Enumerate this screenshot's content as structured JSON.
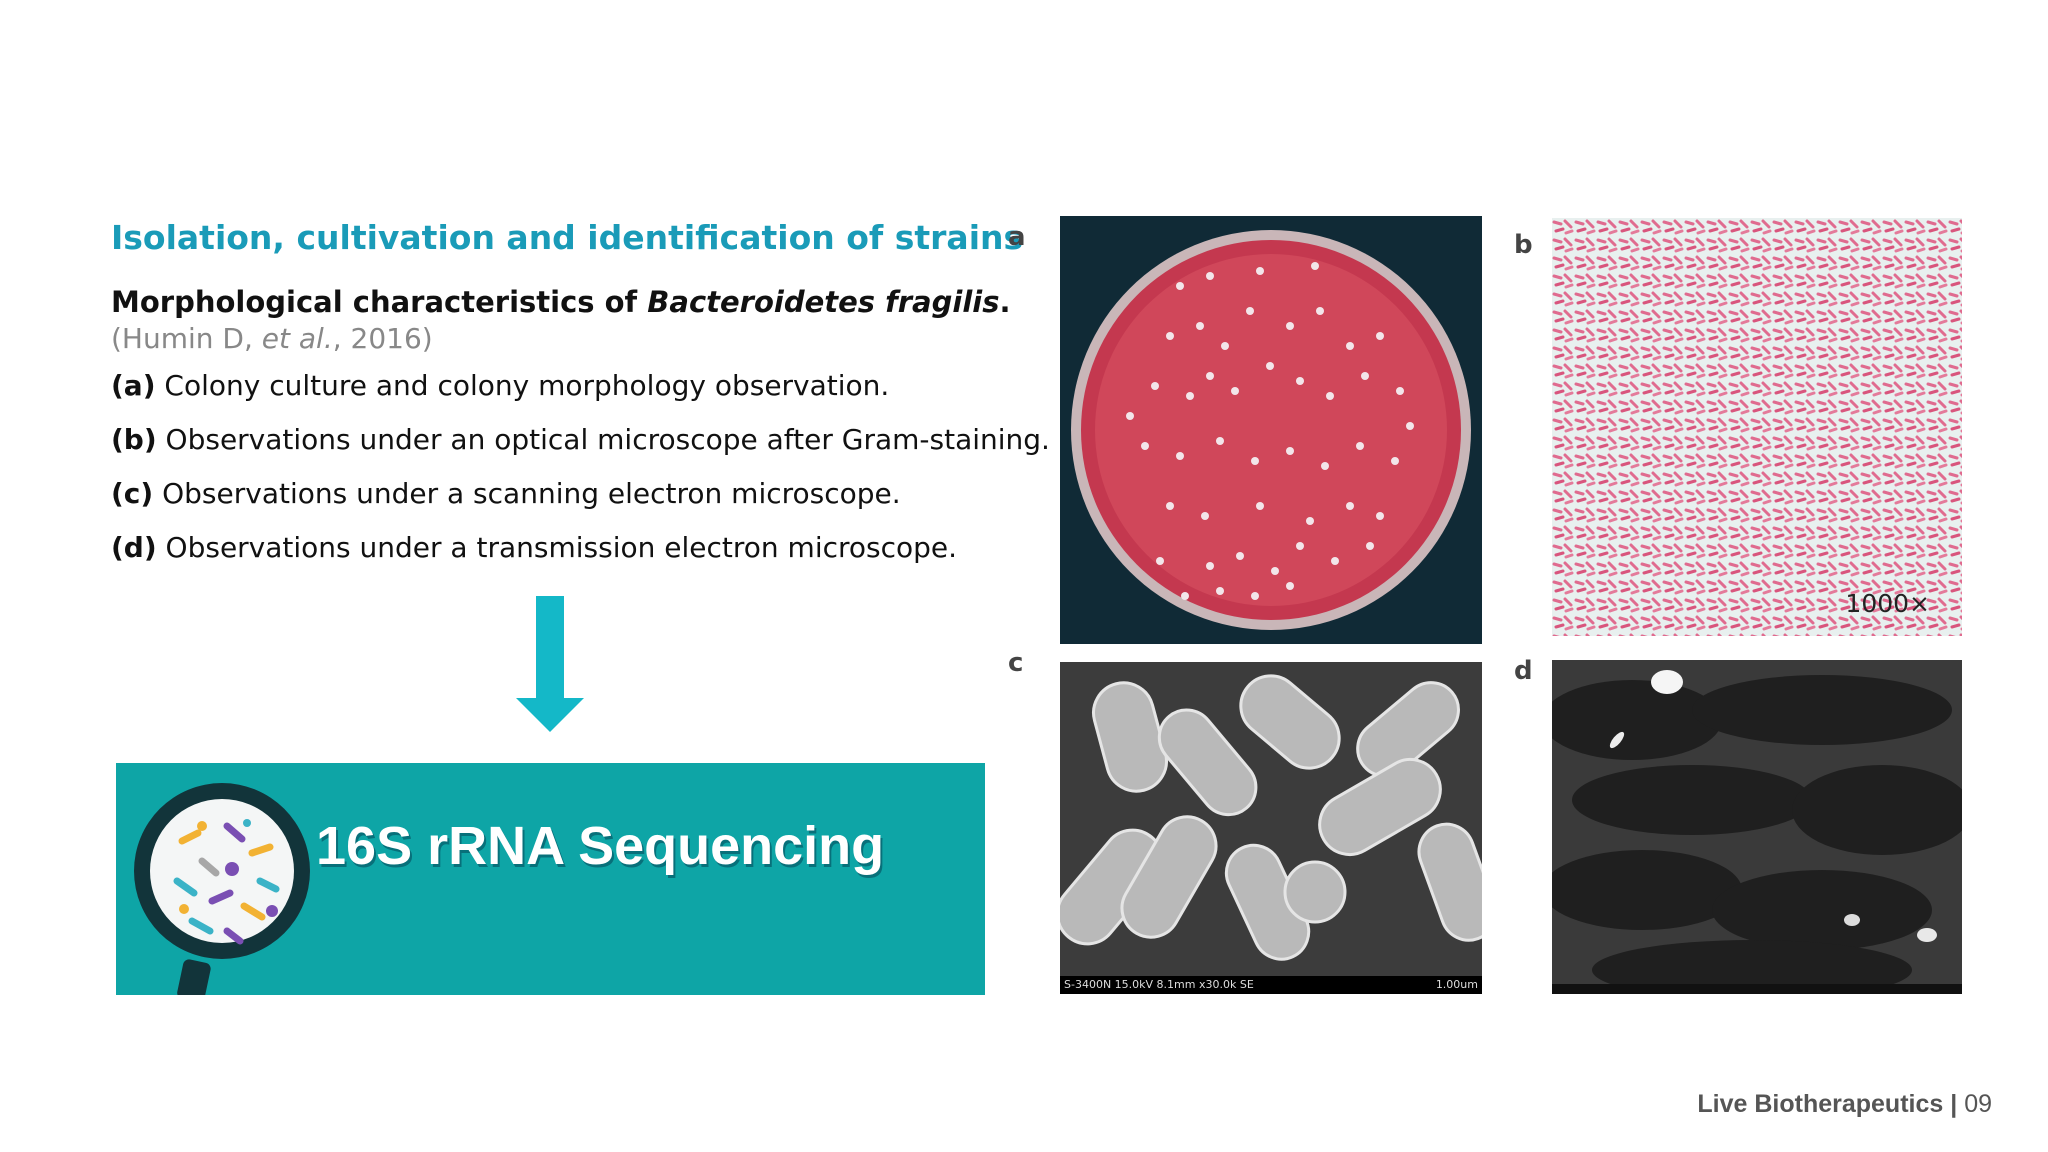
{
  "slide": {
    "section_title": "Isolation, cultivation and identification of strains",
    "subtitle_prefix": "Morphological characteristics of ",
    "subtitle_species": "Bacteroidetes fragilis",
    "subtitle_suffix": ".",
    "citation": {
      "open": "(Humin D, ",
      "etal": "et al.",
      "rest": ", 2016)"
    },
    "items": [
      {
        "label": "(a)",
        "text": " Colony culture and colony morphology observation."
      },
      {
        "label": "(b)",
        "text": " Observations under an optical microscope after Gram-staining."
      },
      {
        "label": "(c)",
        "text": " Observations under a scanning electron microscope."
      },
      {
        "label": "(d)",
        "text": " Observations under a transmission electron microscope."
      }
    ],
    "banner_text": "16S rRNA Sequencing",
    "colors": {
      "accent": "#1a9bb8",
      "banner": "#0ea5a6",
      "arrow": "#14b8c8"
    }
  },
  "panels": {
    "a": {
      "label": "a"
    },
    "b": {
      "label": "b",
      "magnification": "1000×"
    },
    "c": {
      "label": "c",
      "sem_info": "S-3400N 15.0kV 8.1mm x30.0k SE",
      "scale": "1.00um"
    },
    "d": {
      "label": "d"
    }
  },
  "footer": {
    "name": "Live Biotherapeutics",
    "separator": "|",
    "page": "09"
  }
}
